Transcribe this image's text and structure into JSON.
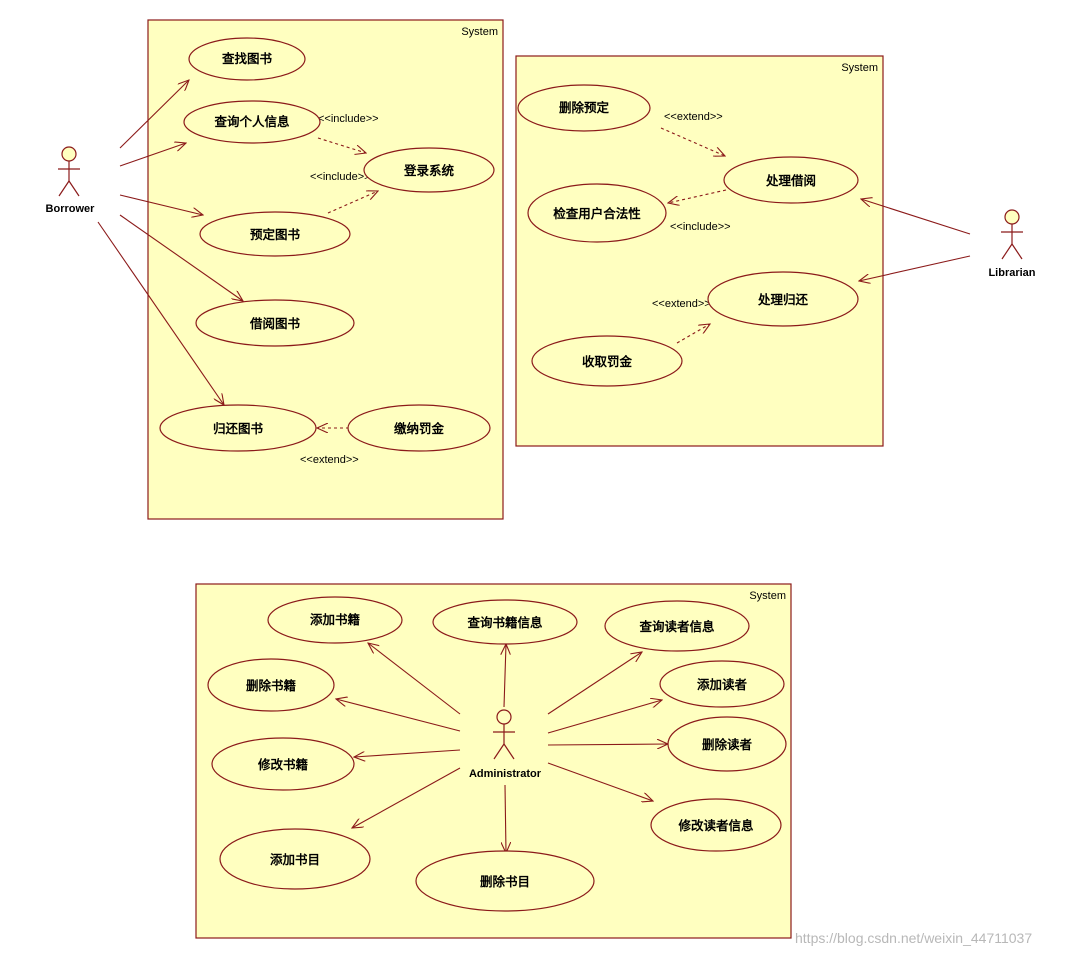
{
  "systems": [
    {
      "id": "borrower-system",
      "label": "System"
    },
    {
      "id": "librarian-system",
      "label": "System"
    },
    {
      "id": "admin-system",
      "label": "System"
    }
  ],
  "actors": [
    {
      "id": "borrower",
      "label": "Borrower"
    },
    {
      "id": "librarian",
      "label": "Librarian"
    },
    {
      "id": "administrator",
      "label": "Administrator"
    }
  ],
  "use_cases": [
    {
      "id": "find-book",
      "label": "查找图书"
    },
    {
      "id": "query-personal-info",
      "label": "查询个人信息"
    },
    {
      "id": "login-system",
      "label": "登录系统"
    },
    {
      "id": "reserve-book",
      "label": "预定图书"
    },
    {
      "id": "borrow-book",
      "label": "借阅图书"
    },
    {
      "id": "return-book",
      "label": "归还图书"
    },
    {
      "id": "pay-fine",
      "label": "缴纳罚金"
    },
    {
      "id": "delete-reservation",
      "label": "删除预定"
    },
    {
      "id": "process-borrow",
      "label": "处理借阅"
    },
    {
      "id": "check-user-validity",
      "label": "检查用户合法性"
    },
    {
      "id": "process-return",
      "label": "处理归还"
    },
    {
      "id": "collect-fine",
      "label": "收取罚金"
    },
    {
      "id": "add-books",
      "label": "添加书籍"
    },
    {
      "id": "query-book-info",
      "label": "查询书籍信息"
    },
    {
      "id": "query-reader-info",
      "label": "查询读者信息"
    },
    {
      "id": "delete-books",
      "label": "删除书籍"
    },
    {
      "id": "add-reader",
      "label": "添加读者"
    },
    {
      "id": "modify-books",
      "label": "修改书籍"
    },
    {
      "id": "delete-reader",
      "label": "删除读者"
    },
    {
      "id": "modify-reader-info",
      "label": "修改读者信息"
    },
    {
      "id": "add-catalog",
      "label": "添加书目"
    },
    {
      "id": "delete-catalog",
      "label": "删除书目"
    }
  ],
  "dependencies": [
    {
      "id": "dep-include-1",
      "label": "<<include>>"
    },
    {
      "id": "dep-include-2",
      "label": "<<include>>"
    },
    {
      "id": "dep-extend-1",
      "label": "<<extend>>"
    },
    {
      "id": "dep-extend-2",
      "label": "<<extend>>"
    },
    {
      "id": "dep-include-3",
      "label": "<<include>>"
    },
    {
      "id": "dep-extend-3",
      "label": "<<extend>>"
    }
  ],
  "watermark": "https://blog.csdn.net/weixin_44711037"
}
